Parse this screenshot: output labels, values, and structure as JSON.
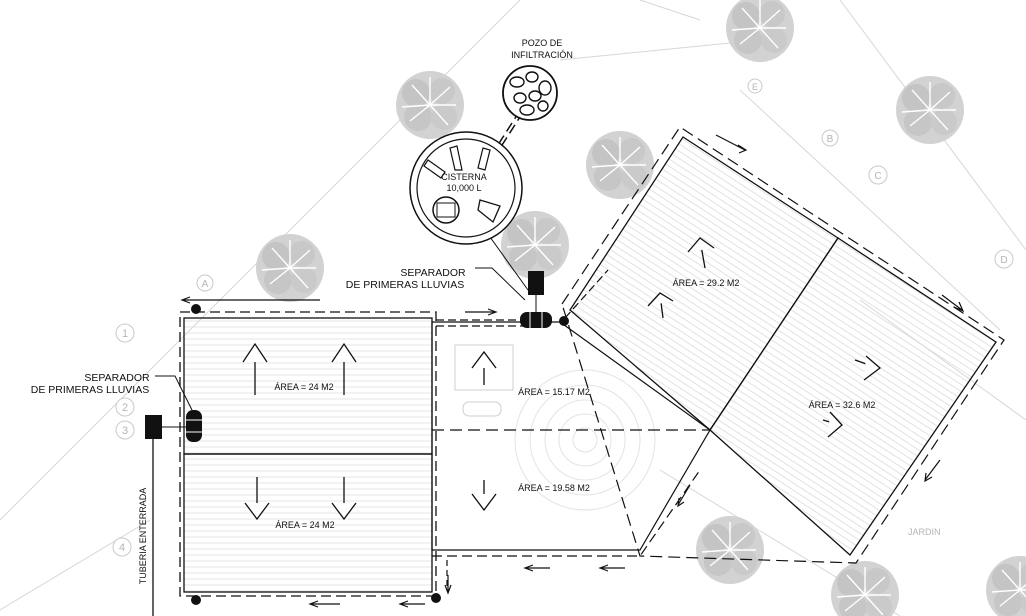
{
  "infiltration_well": {
    "line1": "POZO DE",
    "line2": "INFILTRACIÓN"
  },
  "cistern": {
    "line1": "CISTERNA",
    "line2": "10,000 L"
  },
  "separator_top": {
    "line1": "SEPARADOR",
    "line2": "DE PRIMERAS LLUVIAS"
  },
  "separator_left": {
    "line1": "SEPARADOR",
    "line2": "DE PRIMERAS LLUVIAS"
  },
  "buried_pipe": "TUBERIA ENTERRADA",
  "garden": "JARDIN",
  "areas": {
    "top_left": "ÁREA = 24 M2",
    "bottom_left": "ÁREA = 24 M2",
    "center_top": "ÁREA = 15.17 M2",
    "center_bottom": "ÁREA = 19.58 M2",
    "rot_top": "ÁREA = 29.2 M2",
    "rot_right": "ÁREA = 32.6 M2"
  },
  "grid_axes": {
    "a_top": "A",
    "n1": "1",
    "n2": "2",
    "n3": "3",
    "n4": "4",
    "right_c": "C",
    "right_d": "D",
    "right_b": "B",
    "right_e": "E"
  },
  "colors": {
    "line": "#111111",
    "tree": "#c9c9c9",
    "hatch": "#d4d4d4",
    "faint": "#bdbdbd"
  }
}
